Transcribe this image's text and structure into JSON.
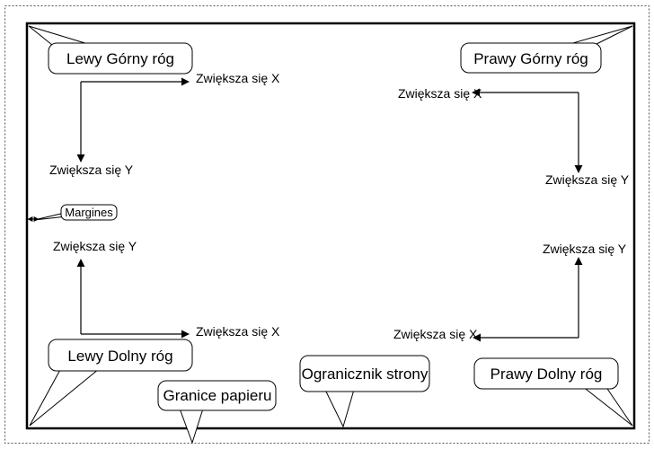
{
  "labels": {
    "top_left_corner": "Lewy Górny róg",
    "top_right_corner": "Prawy Górny róg",
    "bottom_left_corner": "Lewy Dolny róg",
    "bottom_right_corner": "Prawy Dolny róg",
    "margin": "Margines",
    "paper_bounds": "Granice papieru",
    "page_limiter": "Ogranicznik strony",
    "tl_x_increase": "Zwiększa się X",
    "tl_y_increase": "Zwiększa się Y",
    "tr_x_increase": "Zwiększa się X",
    "tr_y_increase": "Zwiększa się Y",
    "bl_y_increase": "Zwiększa się Y",
    "bl_x_increase": "Zwiększa się X",
    "br_y_increase": "Zwiększa się Y",
    "br_x_increase": "Zwiększa się X"
  }
}
